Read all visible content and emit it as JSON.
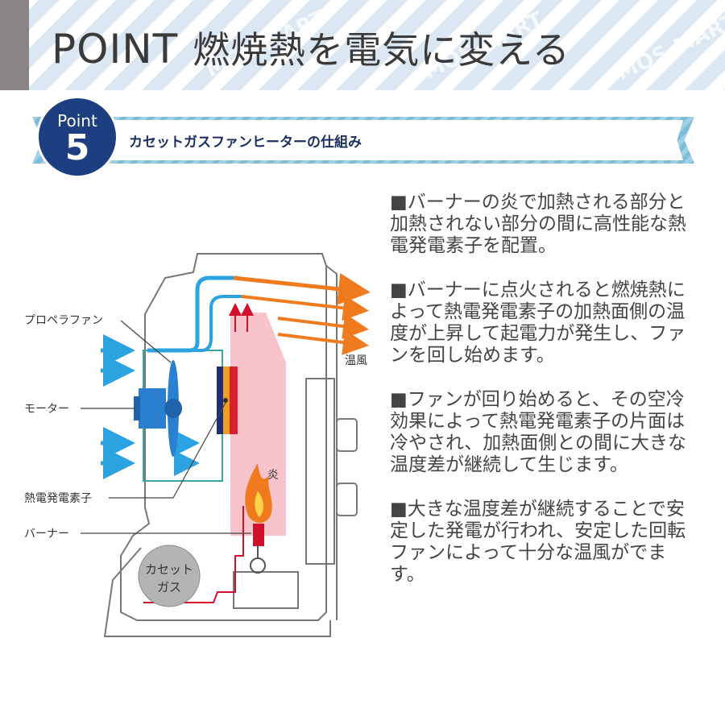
{
  "header": {
    "point_word": "POINT",
    "title": "燃焼熱を電気に変える",
    "watermark": "MOS-MART"
  },
  "banner": {
    "badge_word": "Point",
    "badge_number": "5",
    "title": "カセットガスファンヒーターの仕組み"
  },
  "diagram": {
    "labels": {
      "propeller_fan": "プロペラファン",
      "motor": "モーター",
      "thermoelectric": "熱電発電素子",
      "burner": "バーナー",
      "warm_air": "温風",
      "flame": "炎",
      "cassette_gas_line1": "カセット",
      "cassette_gas_line2": "ガス"
    }
  },
  "paragraphs": [
    "■バーナーの炎で加熱される部分と加熱されない部分の間に高性能な熱電発電素子を配置。",
    "■バーナーに点火されると燃焼熱によって熱電発電素子の加熱面側の温度が上昇して起電力が発生し、ファンを回し始めます。",
    "■ファンが回り始めると、その空冷効果によって熱電発電素子の片面は冷やされ、加熱面側との間に大きな温度差が継続して生じます。",
    "■大きな温度差が継続することで安定した発電が行われ、安定した回転ファンによって十分な温風がでます。"
  ],
  "colors": {
    "badge": "#1d3e80",
    "cool_air": "#2aa3e0",
    "warm_air": "#f07a1e",
    "heat_zone": "#f7b9c1",
    "burner_line": "#d0102c"
  }
}
